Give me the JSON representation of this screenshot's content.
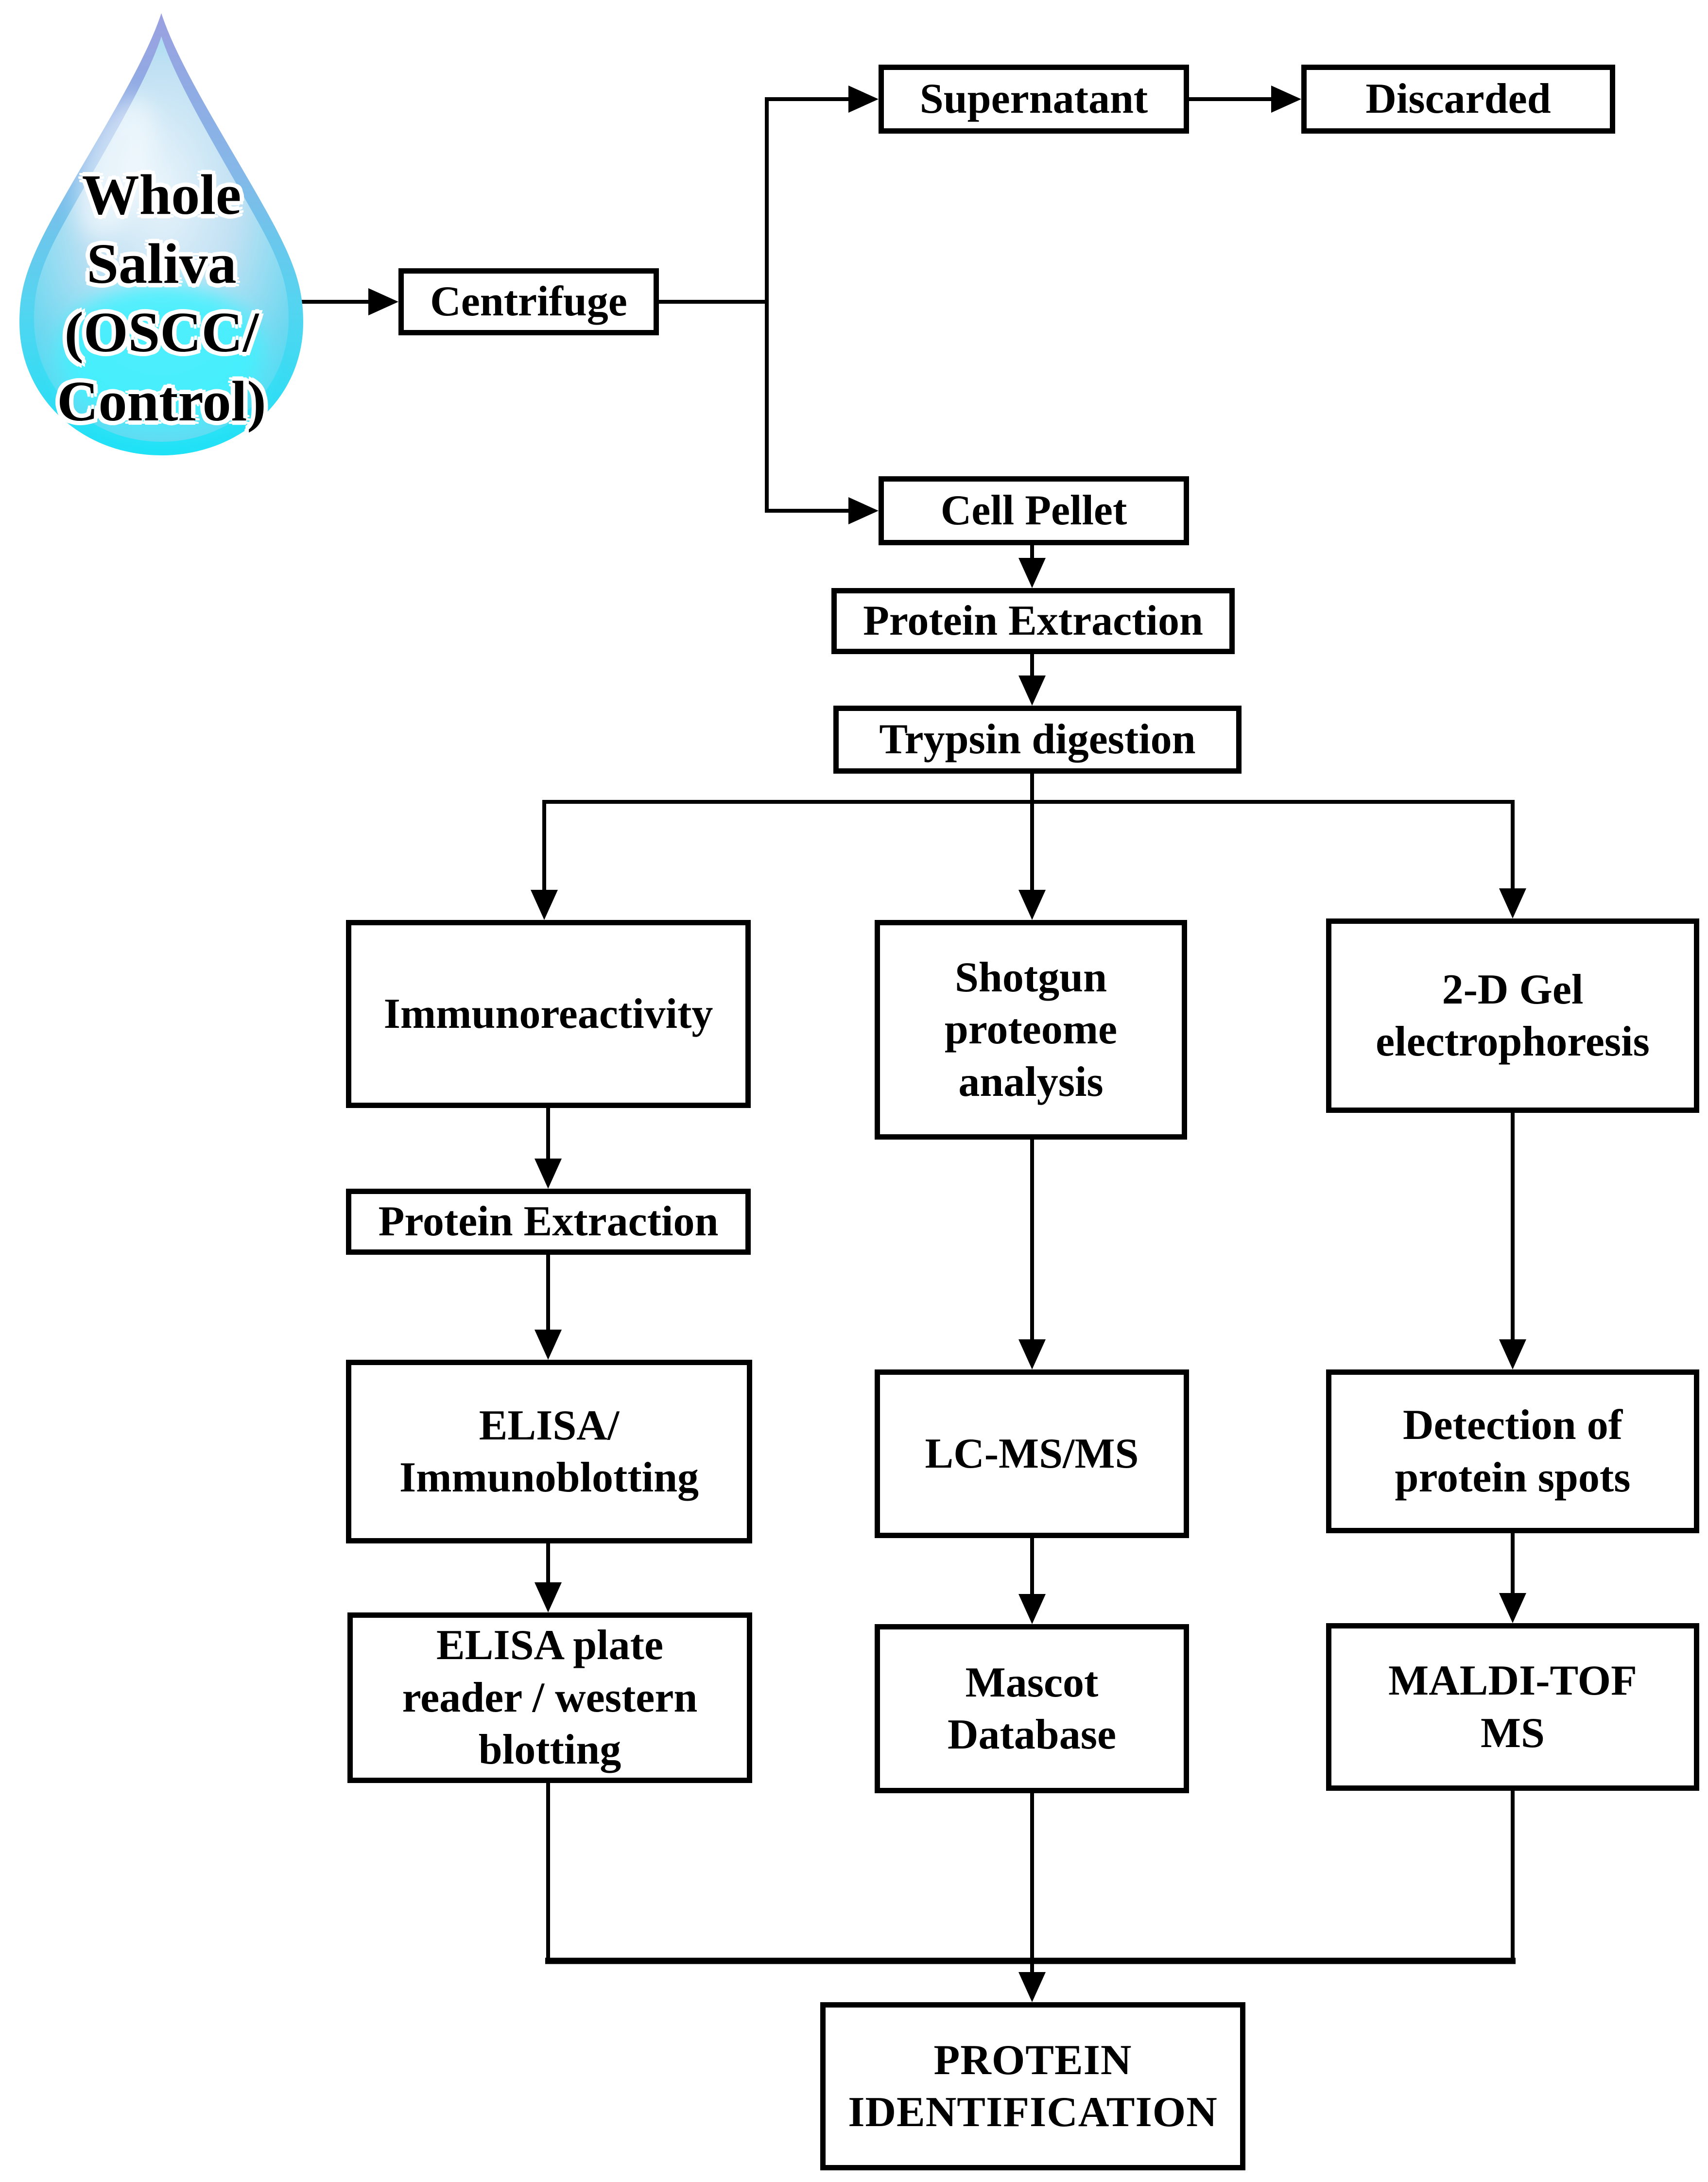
{
  "figure": {
    "background_color": "#ffffff",
    "line_color": "#000000",
    "box_fill": "#ffffff",
    "drop": {
      "label": "Whole\nSaliva\n(OSCC/\nControl)",
      "rim_top_color": "#9aa0e0",
      "rim_mid_color": "#86b7e8",
      "rim_low_color": "#55d4f0",
      "rim_bottom_color": "#1fe2f6",
      "inner_top_color": "#e9f4fb",
      "inner_mid_color": "#bfe0f3",
      "inner_low_color": "#6fd8f0",
      "glow_color": "#3ef2ff",
      "highlight_color": "#ffffff"
    },
    "nodes": {
      "centrifuge": {
        "label": "Centrifuge"
      },
      "supernatant": {
        "label": "Supernatant"
      },
      "discarded": {
        "label": "Discarded"
      },
      "cell_pellet": {
        "label": "Cell Pellet"
      },
      "protein_extraction_top": {
        "label": "Protein Extraction"
      },
      "trypsin_digestion": {
        "label": "Trypsin digestion"
      },
      "immunoreactivity": {
        "label": "Immunoreactivity"
      },
      "shotgun_proteome": {
        "label": "Shotgun\nproteome\nanalysis"
      },
      "gel_electrophoresis": {
        "label": "2-D Gel\nelectrophoresis"
      },
      "protein_extraction_left": {
        "label": "Protein Extraction"
      },
      "elisa_immunoblotting": {
        "label": "ELISA/\nImmunoblotting"
      },
      "elisa_plate_reader": {
        "label": "ELISA plate\nreader / western\nblotting"
      },
      "lc_ms_ms": {
        "label": "LC-MS/MS"
      },
      "mascot_database": {
        "label": "Mascot\nDatabase"
      },
      "detection_spots": {
        "label": "Detection of\nprotein spots"
      },
      "maldi_tof_ms": {
        "label": "MALDI-TOF\nMS"
      },
      "protein_identification": {
        "label": "PROTEIN\nIDENTIFICATION"
      }
    }
  }
}
